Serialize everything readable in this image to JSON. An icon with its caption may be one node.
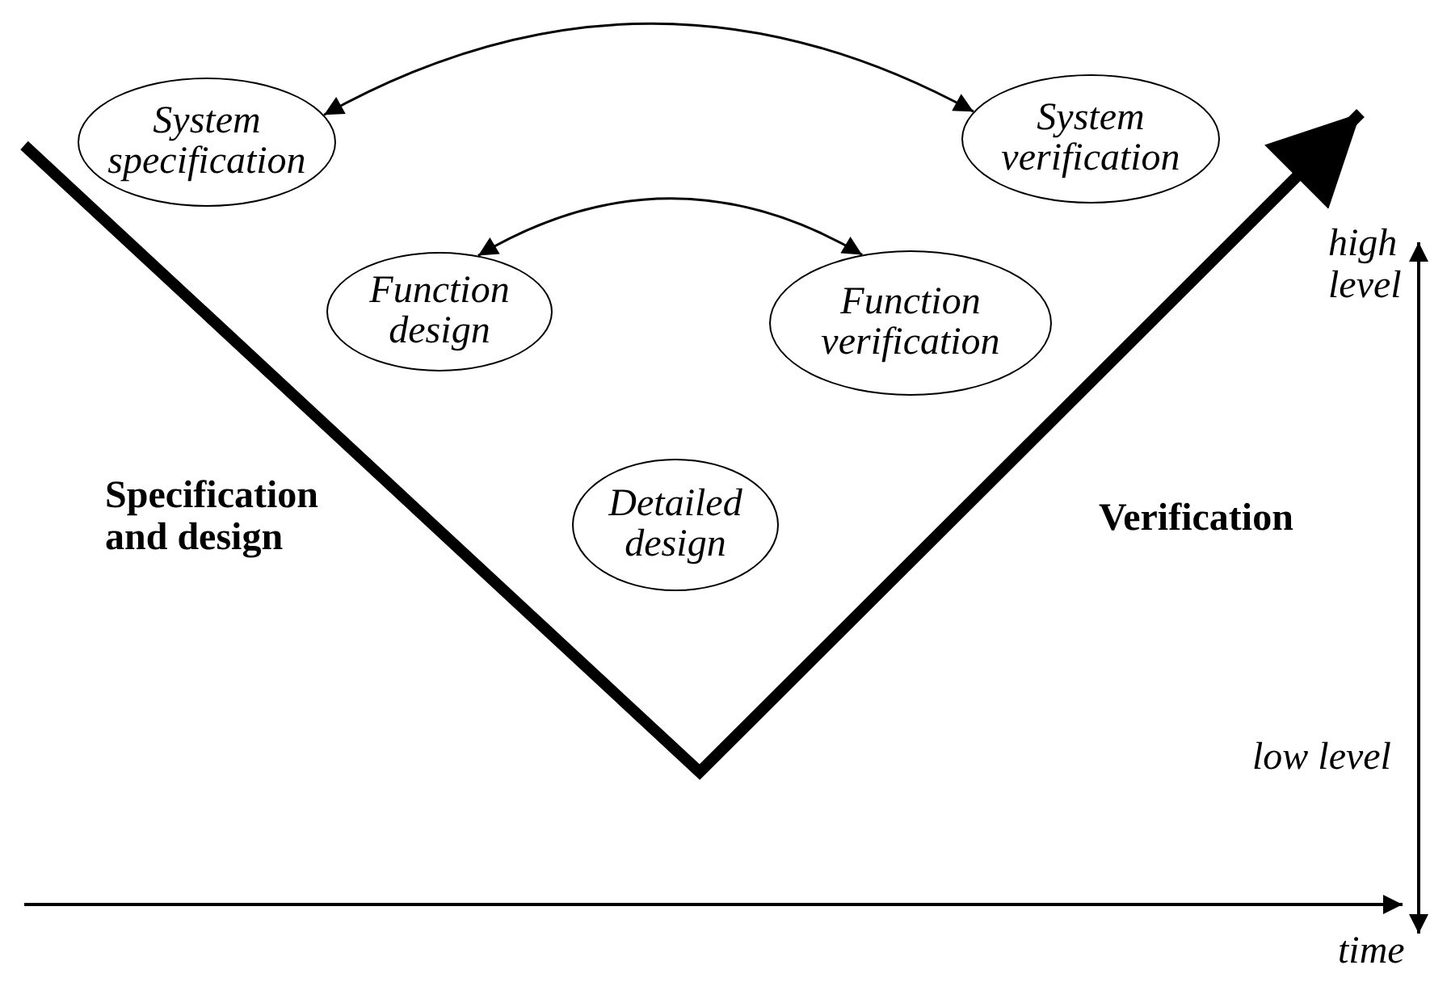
{
  "diagram": {
    "nodes": [
      {
        "text": [
          "System specification"
        ]
      },
      {
        "text": [
          "System verification"
        ]
      },
      {
        "text": [
          "Function design"
        ]
      },
      {
        "text": [
          "Function verification"
        ]
      },
      {
        "text": [
          "Detailed design"
        ]
      }
    ],
    "edges": [
      {
        "from": 0,
        "to": 1,
        "arrow": "both"
      },
      {
        "from": 2,
        "to": 3,
        "arrow": "both"
      }
    ],
    "labels": [
      "high level",
      "Specification and design",
      "Verification",
      "low level",
      "time"
    ]
  }
}
